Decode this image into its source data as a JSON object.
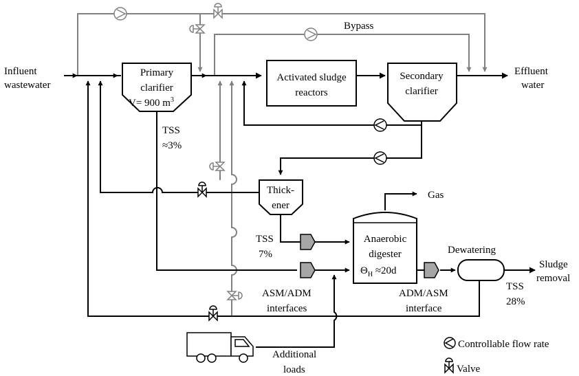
{
  "labels": {
    "influent_line1": "Influent",
    "influent_line2": "wastewater",
    "primary_line1": "Primary",
    "primary_line2": "clarifier",
    "primary_line3": "V= 900 m",
    "primary_sup": "3",
    "asr_line1": "Activated sludge",
    "asr_line2": "reactors",
    "secondary_line1": "Secondary",
    "secondary_line2": "clarifier",
    "effluent_line1": "Effluent",
    "effluent_line2": "water",
    "bypass": "Bypass",
    "tss_primary_line1": "TSS",
    "tss_primary_line2": "≈3%",
    "thickener_line1": "Thick-",
    "thickener_line2": "ener",
    "gas": "Gas",
    "tss_thick_line1": "TSS",
    "tss_thick_line2": "7%",
    "digester_line1": "Anaerobic",
    "digester_line2": "digester",
    "digester_theta": "Θ",
    "digester_sub": "H",
    "digester_hrt": " ≈20d",
    "dewatering": "Dewatering",
    "sludge_line1": "Sludge",
    "sludge_line2": "removal",
    "tss_dewater_line1": "TSS",
    "tss_dewater_line2": "28%",
    "asm_adm_line1": "ASM/ADM",
    "asm_adm_line2": "interfaces",
    "adm_asm_line1": "ADM/ASM",
    "adm_asm_line2": "interface",
    "additional_line1": "Additional",
    "additional_line2": "loads",
    "legend_pump": "Controllable flow rate",
    "legend_valve": "Valve"
  },
  "colors": {
    "main_flow": "#000000",
    "bypass_flow": "#808080",
    "interface_fill": "#a6a6a6"
  },
  "icons": {
    "pump": "controllable-pump-icon",
    "valve": "valve-icon",
    "truck": "truck-icon"
  }
}
